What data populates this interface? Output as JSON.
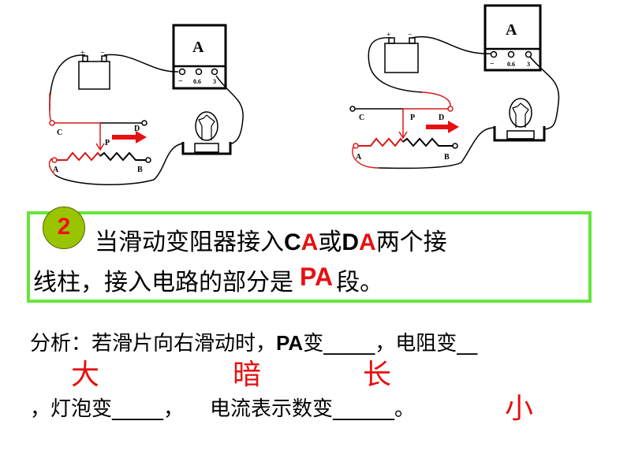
{
  "circuit_left": {
    "ammeter": "A",
    "minus": "−",
    "range1": "0.6",
    "range2": "3",
    "plus_sign": "+",
    "minus_sign": "−",
    "C": "C",
    "D": "D",
    "P": "P",
    "A": "A",
    "B": "B"
  },
  "circuit_right": {
    "ammeter": "A",
    "minus": "−",
    "range1": "0.6",
    "range2": "3",
    "plus_sign": "+",
    "minus_sign": "−",
    "C": "C",
    "D": "D",
    "P": "P",
    "A": "A",
    "B": "B"
  },
  "question": {
    "number": "2",
    "l1_a": "当滑动变阻器接入",
    "l1_c": "C",
    "l1_a1": "A",
    "l1_or": "或",
    "l1_d": "D",
    "l1_a2": "A",
    "l1_b": "两个接",
    "l2_a": "线柱，接入电路的部分是",
    "l2_pa": "PA",
    "l2_b": "段。"
  },
  "analysis": {
    "l1_a": "分析：若滑片向右滑动时，",
    "l1_pa": "PA",
    "l1_b": "变_____，电阻变__",
    "l2": "，灯泡变_____，    电流表示数变______。",
    "answers": {
      "longer": "长",
      "larger": "大",
      "darker": "暗",
      "smaller": "小"
    }
  }
}
